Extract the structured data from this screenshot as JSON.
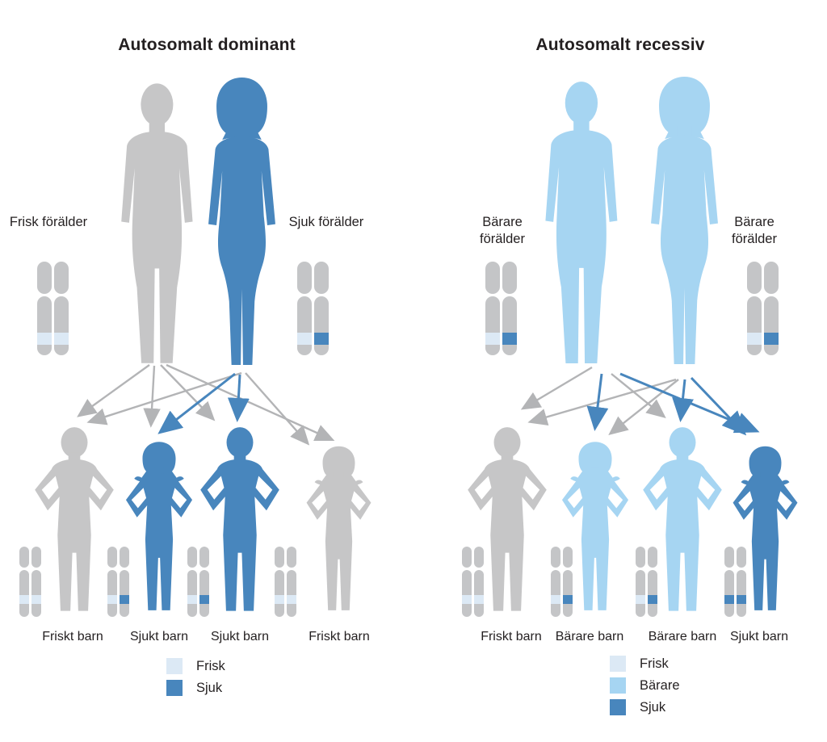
{
  "colors": {
    "healthy_gray": "#c6c6c7",
    "sick_blue": "#4886bd",
    "carrier_light_blue": "#a6d5f2",
    "frisk_band": "#dce9f5",
    "chromosome_gray": "#c4c5c7",
    "arrow_gray": "#b3b4b6",
    "text": "#231f20"
  },
  "panels": [
    {
      "title": "Autosomalt dominant",
      "parents": [
        {
          "label": "Frisk förälder",
          "status": "frisk",
          "alleles": [
            "frisk",
            "frisk"
          ]
        },
        {
          "label": "Sjuk förälder",
          "status": "sjuk",
          "alleles": [
            "frisk",
            "sjuk"
          ]
        }
      ],
      "children": [
        {
          "label": "Friskt barn",
          "status": "frisk",
          "alleles": [
            "frisk",
            "frisk"
          ]
        },
        {
          "label": "Sjukt barn",
          "status": "sjuk",
          "alleles": [
            "frisk",
            "sjuk"
          ]
        },
        {
          "label": "Sjukt barn",
          "status": "sjuk",
          "alleles": [
            "frisk",
            "sjuk"
          ]
        },
        {
          "label": "Friskt barn",
          "status": "frisk",
          "alleles": [
            "frisk",
            "frisk"
          ]
        }
      ],
      "legend": [
        {
          "label": "Frisk",
          "color": "#dce9f5"
        },
        {
          "label": "Sjuk",
          "color": "#4886bd"
        }
      ]
    },
    {
      "title": "Autosomalt recessiv",
      "parents": [
        {
          "label": "Bärare förälder",
          "status": "bärare",
          "alleles": [
            "frisk",
            "sjuk"
          ]
        },
        {
          "label": "Bärare förälder",
          "status": "bärare",
          "alleles": [
            "frisk",
            "sjuk"
          ]
        }
      ],
      "children": [
        {
          "label": "Friskt barn",
          "status": "frisk",
          "alleles": [
            "frisk",
            "frisk"
          ]
        },
        {
          "label": "Bärare barn",
          "status": "bärare",
          "alleles": [
            "frisk",
            "sjuk"
          ]
        },
        {
          "label": "Bärare barn",
          "status": "bärare",
          "alleles": [
            "frisk",
            "sjuk"
          ]
        },
        {
          "label": "Sjukt barn",
          "status": "sjuk",
          "alleles": [
            "sjuk",
            "sjuk"
          ]
        }
      ],
      "legend": [
        {
          "label": "Frisk",
          "color": "#dce9f5"
        },
        {
          "label": "Bärare",
          "color": "#a6d5f2"
        },
        {
          "label": "Sjuk",
          "color": "#4886bd"
        }
      ]
    }
  ]
}
